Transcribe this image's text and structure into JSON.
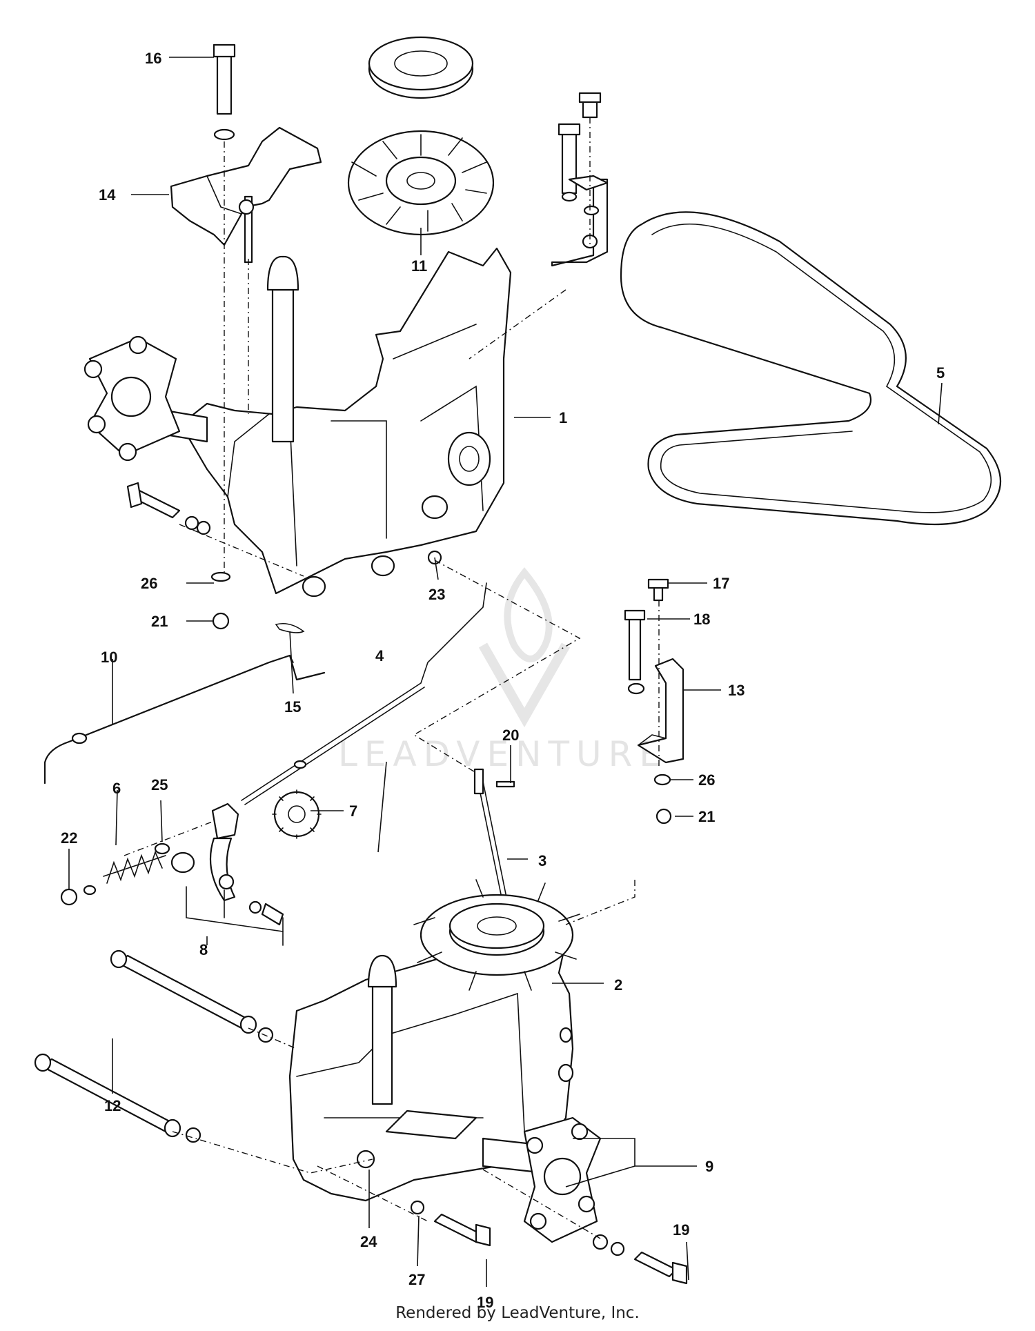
{
  "watermark": "LEADVENTURE",
  "footer": "Rendered by LeadVenture, Inc.",
  "callouts": {
    "c1": "1",
    "c2": "2",
    "c3": "3",
    "c4": "4",
    "c5": "5",
    "c6": "6",
    "c7": "7",
    "c8": "8",
    "c9": "9",
    "c10": "10",
    "c11": "11",
    "c12": "12",
    "c13": "13",
    "c14": "14",
    "c15": "15",
    "c16": "16",
    "c17": "17",
    "c18": "18",
    "c19a": "19",
    "c19b": "19",
    "c20": "20",
    "c21a": "21",
    "c21b": "21",
    "c22": "22",
    "c23": "23",
    "c24": "24",
    "c25": "25",
    "c26a": "26",
    "c26b": "26",
    "c27": "27"
  }
}
